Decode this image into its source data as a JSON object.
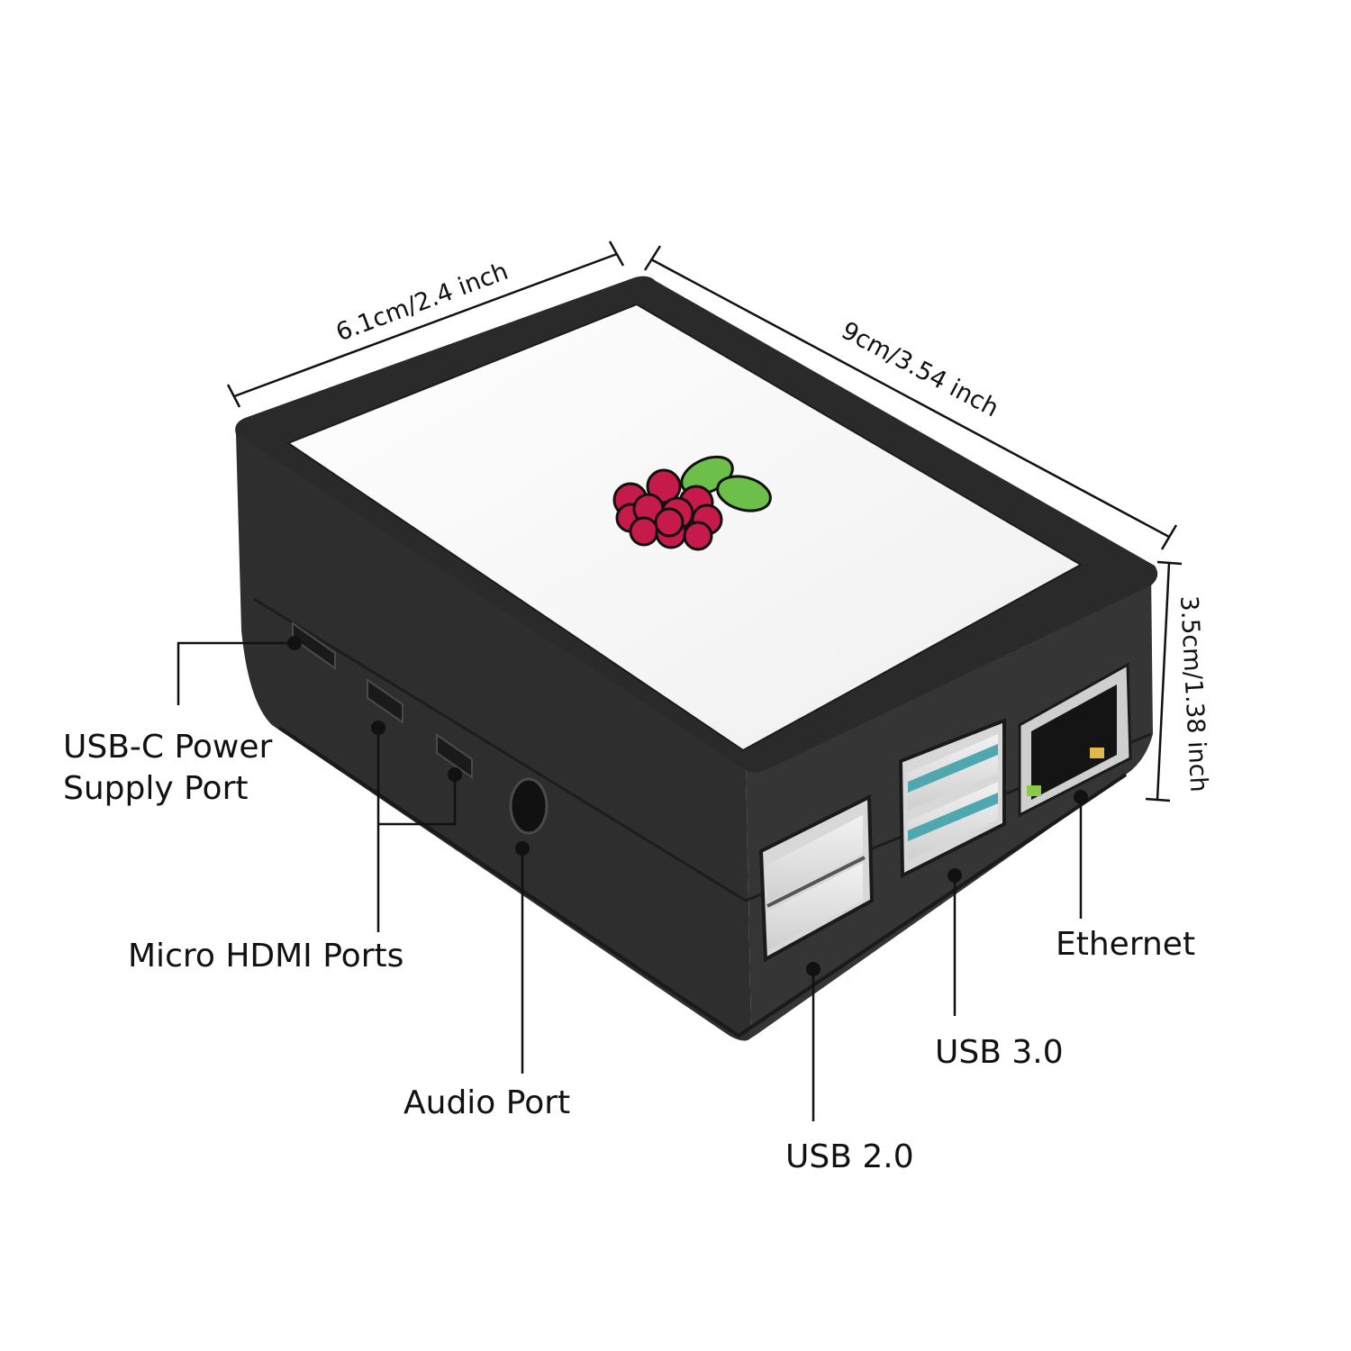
{
  "dimensions": {
    "width_label": "6.1cm/2.4 inch",
    "length_label": "9cm/3.54 inch",
    "height_label": "3.5cm/1.38 inch"
  },
  "ports": {
    "usb_c_line1": "USB-C Power",
    "usb_c_line2": "Supply Port",
    "micro_hdmi": "Micro HDMI Ports",
    "audio": "Audio Port",
    "usb2": "USB 2.0",
    "usb3": "USB 3.0",
    "ethernet": "Ethernet"
  },
  "colors": {
    "case": "#2b2b2b",
    "screen": "#f7f7f7",
    "usb3_accent": "#4fa7b0",
    "raspberry": "#c51a4a",
    "leaf": "#6cc04a"
  }
}
